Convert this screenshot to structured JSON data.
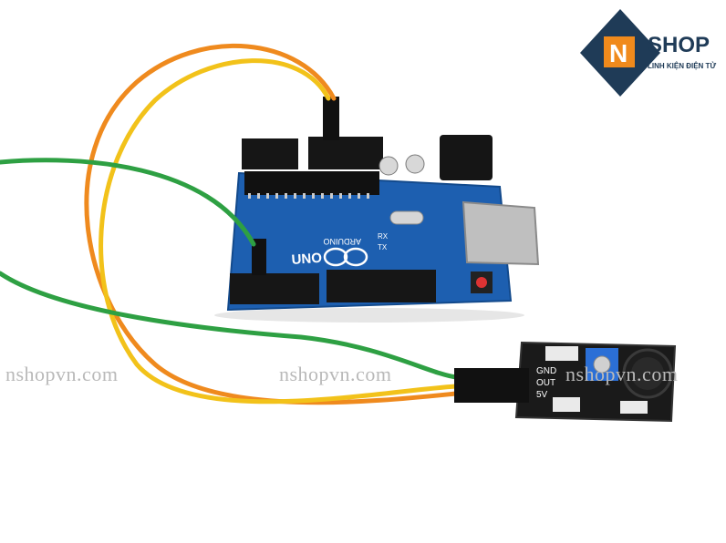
{
  "brand": {
    "name": "SHOP",
    "tagline": "LINH KIỆN ĐIỆN TỬ",
    "colors": {
      "navy": "#1f3b57",
      "orange": "#f08a1c"
    }
  },
  "watermark": {
    "text": "nshopvn.com"
  },
  "board": {
    "model": "UNO",
    "maker": "ARDUINO",
    "labels": {
      "rx": "RX",
      "tx": "TX"
    },
    "color": "#1d5fb0"
  },
  "sensor": {
    "pins": [
      "GND",
      "OUT",
      "5V"
    ],
    "color": "#1a1a1a"
  },
  "wires": [
    {
      "name": "green",
      "color": "#2ea043"
    },
    {
      "name": "yellow",
      "color": "#f2c21a"
    },
    {
      "name": "orange",
      "color": "#ef8a1e"
    }
  ]
}
